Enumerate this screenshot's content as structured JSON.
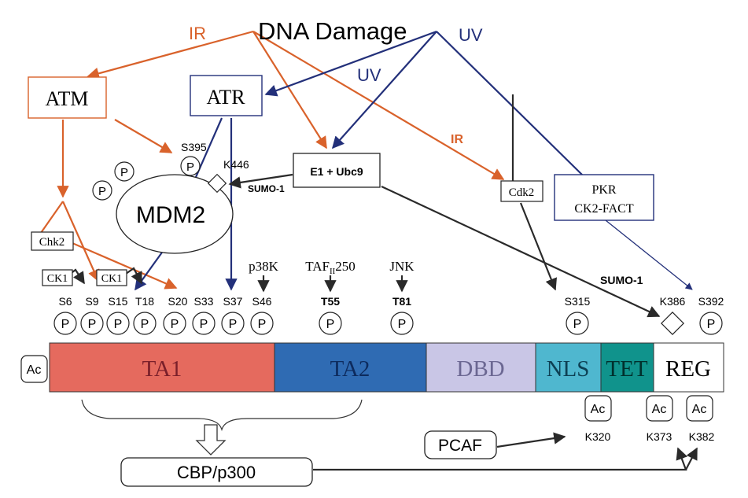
{
  "title": "DNA Damage",
  "signals": {
    "ir_top": "IR",
    "uv_top": "UV",
    "uv_mid": "UV",
    "ir_mid": "IR"
  },
  "kinases": {
    "atm": "ATM",
    "atr": "ATR",
    "chk2": "Chk2",
    "cdk2": "Cdk2",
    "pkr_line1": "PKR",
    "pkr_line2": "CK2-FACT",
    "ck1_a": "CK1",
    "ck1_b": "CK1",
    "p38k": "p38K",
    "taf_main": "TAF",
    "taf_sub": "II",
    "taf_num": "250",
    "jnk": "JNK",
    "pcaf": "PCAF",
    "cbp": "CBP/p300",
    "e1": "E1 + Ubc9"
  },
  "mdm2": {
    "label": "MDM2",
    "site_s395": "S395",
    "site_k446": "K446",
    "sumo": "SUMO-1",
    "p": "P"
  },
  "domains": {
    "ta1": "TA1",
    "ta2": "TA2",
    "dbd": "DBD",
    "nls": "NLS",
    "tet": "TET",
    "reg": "REG"
  },
  "ac_label": "Ac",
  "sumo_main": "SUMO-1",
  "sites": {
    "s6": "S6",
    "s9": "S9",
    "s15": "S15",
    "t18": "T18",
    "s20": "S20",
    "s33": "S33",
    "s37": "S37",
    "s46": "S46",
    "t55": "T55",
    "t81": "T81",
    "s315": "S315",
    "k386": "K386",
    "s392": "S392",
    "k320": "K320",
    "k373": "K373",
    "k382": "K382"
  },
  "colors": {
    "orange": "#d9622b",
    "blue": "#23307a",
    "ta1": "#e56a5e",
    "ta2": "#2f6bb3",
    "dbd": "#c9c6e6",
    "nls": "#4fb7cf",
    "tet": "#10938c",
    "reg": "#ffffff"
  }
}
